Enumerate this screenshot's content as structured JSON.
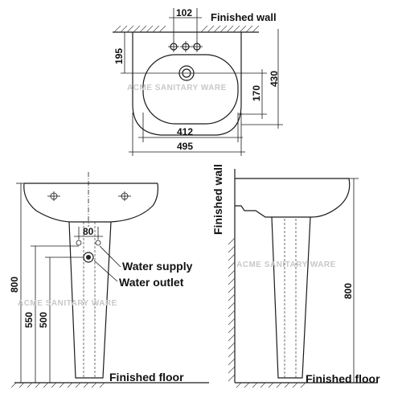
{
  "top_view": {
    "wall_label": "Finished wall",
    "dim_faucet_spacing": "102",
    "dim_depth_back": "195",
    "dim_bowl_depth": "170",
    "dim_total_depth": "430",
    "dim_bowl_width": "412",
    "dim_total_width": "495",
    "watermark": "ACME SANITARY WARE"
  },
  "front_view": {
    "dim_pipe_spacing": "80",
    "dim_height": "800",
    "dim_supply_height": "550",
    "dim_outlet_height": "500",
    "water_supply_label": "Water supply",
    "water_outlet_label": "Water outlet",
    "floor_label": "Finished floor",
    "watermark": "ACME SANITARY WARE"
  },
  "side_view": {
    "wall_label": "Finished wall",
    "dim_height": "800",
    "floor_label": "Finished floor",
    "watermark": "ACME SANITARY WARE"
  }
}
